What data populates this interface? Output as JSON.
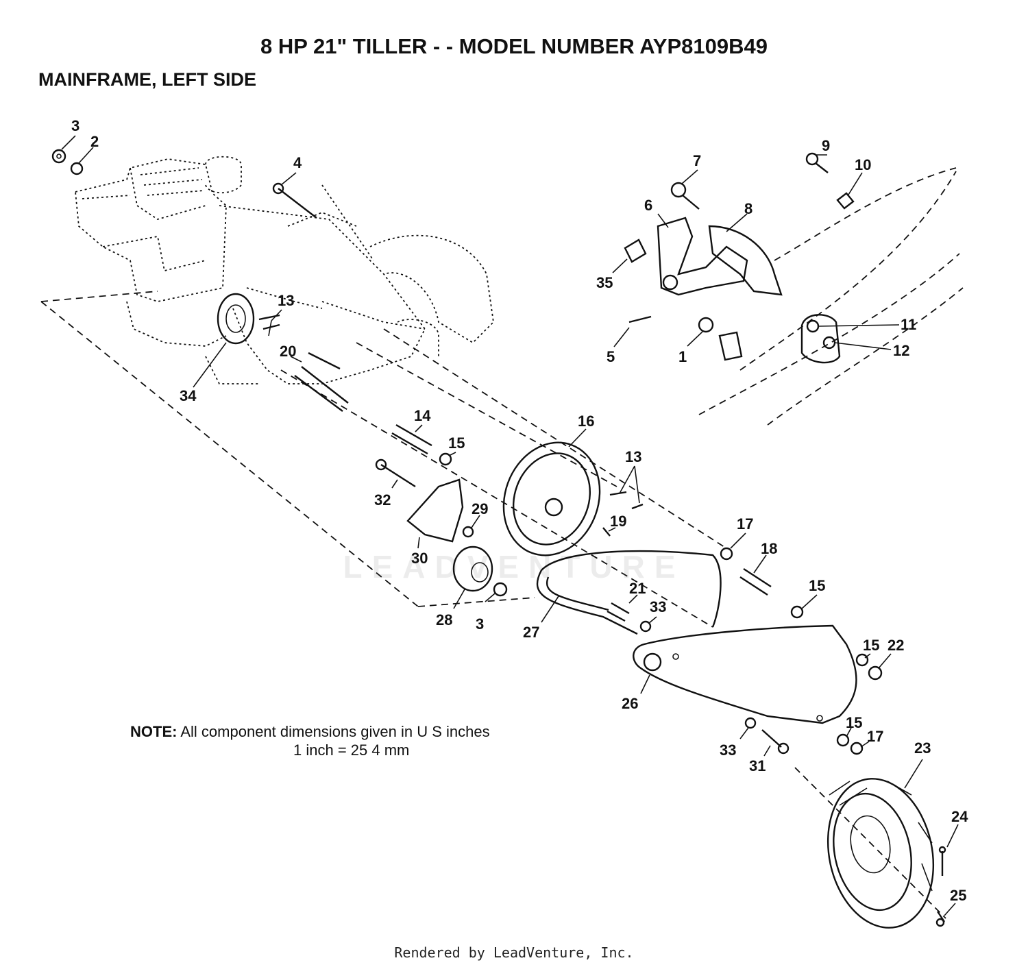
{
  "header": {
    "title": "8 HP 21\" TILLER - - MODEL NUMBER AYP8109B49",
    "subtitle": "MAINFRAME, LEFT SIDE"
  },
  "note": {
    "label": "NOTE:",
    "line1": "All component dimensions given in U S  inches",
    "line2": "1 inch = 25 4 mm"
  },
  "watermark": "LEADVENTURE",
  "footer": "Rendered by LeadVenture, Inc.",
  "callouts": [
    "3",
    "2",
    "4",
    "7",
    "9",
    "10",
    "6",
    "8",
    "35",
    "13",
    "11",
    "12",
    "5",
    "1",
    "20",
    "34",
    "14",
    "16",
    "15",
    "13",
    "32",
    "29",
    "19",
    "17",
    "18",
    "30",
    "28",
    "3",
    "15",
    "21",
    "33",
    "27",
    "15",
    "22",
    "26",
    "15",
    "17",
    "33",
    "31",
    "23",
    "24",
    "25"
  ]
}
